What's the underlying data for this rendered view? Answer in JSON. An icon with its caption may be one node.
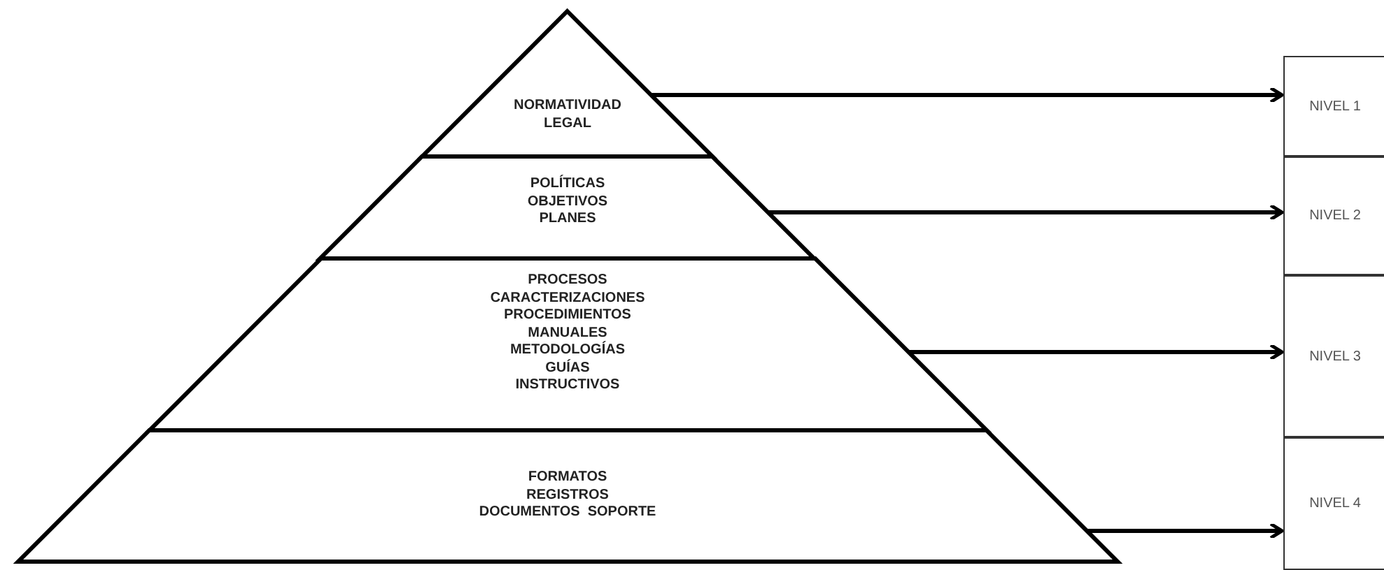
{
  "diagram": {
    "nodes": [
      {
        "text": [
          "NORMATIVIDAD",
          "LEGAL"
        ]
      },
      {
        "text": [
          "POLÍTICAS",
          "OBJETIVOS",
          "PLANES"
        ]
      },
      {
        "text": [
          "PROCESOS",
          "CARACTERIZACIONES",
          "PROCEDIMIENTOS",
          "MANUALES",
          "METODOLOGÍAS",
          "GUÍAS",
          "INSTRUCTIVOS"
        ]
      },
      {
        "text": [
          "FORMATOS",
          "REGISTROS",
          "DOCUMENTOS  SOPORTE"
        ]
      },
      {
        "text": [
          "NIVEL 1"
        ]
      },
      {
        "text": [
          "NIVEL 2"
        ]
      },
      {
        "text": [
          "NIVEL 3"
        ]
      },
      {
        "text": [
          "NIVEL 4"
        ]
      }
    ],
    "edges": [
      {
        "from": 0,
        "to": 4,
        "arrow": "to"
      },
      {
        "from": 1,
        "to": 5,
        "arrow": "to"
      },
      {
        "from": 2,
        "to": 6,
        "arrow": "to"
      },
      {
        "from": 3,
        "to": 7,
        "arrow": "to"
      }
    ]
  }
}
